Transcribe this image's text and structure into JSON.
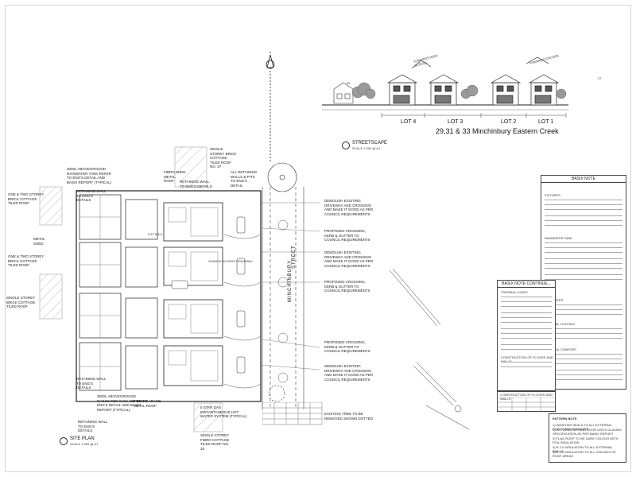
{
  "streetscape": {
    "title": "STREETSCAPE",
    "scale": "SCALE 1:200 @ A1",
    "address": "29,31 & 33 Minchinbury Eastern Creek",
    "lots": [
      "LOT 4",
      "LOT 3",
      "LOT 2",
      "LOT 1"
    ],
    "lot_marks": [
      "35",
      "27"
    ],
    "arrows": [
      "TOWARDS HIGH SCHOOL",
      "TOWARDS STATION"
    ]
  },
  "site_plan": {
    "title": "SITE PLAN",
    "scale": "SCALE 1:200 @ A1",
    "street_name": "MINCHINBURY",
    "street_suffix": "STREET",
    "lot_label": "LOT 8 & 9",
    "shared_access": "SHARED ACCESS DRIVEWAY"
  },
  "neighbours": [
    "SINGLE STOREY BRICK COTTAGE TILED ROOF No. 37",
    "FIBRO SHED METAL ROOF",
    "ONE & TWO STOREY BRICK COTTAGE TILED ROOF",
    "METAL SHED",
    "ONE & TWO STOREY BRICK COTTAGE TILED ROOF",
    "SINGLE STOREY BRICK COTTAGE TILED ROOF",
    "FIBRO GARAGE METAL ROOF",
    "SINGLE STOREY FIBRO COTTAGE TILED ROOF No. 25"
  ],
  "left_notes": [
    "3000L ABOVEGROUND RAINWATER TANK REFER TO ENG'S DETAIL AND BASIX REPORT (TYPICAL)",
    "RETAINING WALL TO ENG'S DETAILS",
    "RETAINING WALL TO ENG'S DETAILS",
    "3000L ABOVEGROUND RAINWATER TANK REFER TO ENG'S DETAIL AND BASIX REPORT (TYPICAL)",
    "RETAINING WALL TO ENG'S DETAILS"
  ],
  "top_notes": [
    "RETAINING WALL TO ENG'S DETAILS",
    "ALL RETAINING WALLS & PITS TO ENG'S DETAIL"
  ],
  "bottom_notes": [
    "5 STAR GAS INSTANTANEOUS HOT WATER SYSTEM (TYPICAL)",
    "EXISTING TREE TO BE REMOVED SHOWN DOTTED"
  ],
  "right_notes": [
    "DEMOLISH EXISTING DRIVEWAY AND CROSSING AND MAKE IT GOOD AS PER COUNCIL REQUIREMENTS",
    "PROPOSED CROSSING, KERB & GUTTER TO COUNCIL REQUIREMENTS",
    "DEMOLISH EXISTING DRIVEWAY AND CROSSING AND MAKE IT GOOD AS PER COUNCIL REQUIREMENTS",
    "PROPOSED CROSSING, KERB & GUTTER TO COUNCIL REQUIREMENTS",
    "PROPOSED CROSSING, KERB & GUTTER TO COUNCIL REQUIREMENTS",
    "DEMOLISH EXISTING DRIVEWAY AND CROSSING AND MAKE IT GOOD AS PER COUNCIL REQUIREMENTS"
  ],
  "basix_note": {
    "title": "BASIX NOTE",
    "sections": [
      "FIXTURES",
      "RAINWATER TANK",
      "HOT WATER",
      "NATURAL LIGHTING",
      "THERMAL COMFORT"
    ]
  },
  "basix_continue": {
    "title": "BASIX NOTE CONTINUE...",
    "sections": [
      "THERMAL LOADS",
      "CONSTRUCTION OF FLOORS AND WALLS"
    ]
  },
  "glazing_table": {
    "title": "CONSTRUCTION OF FLOORS AND WALLS"
  },
  "pattern_notes": {
    "title": "PATTERN NOTE",
    "items": [
      "1) WEATHER SEALS TO ALL EXTERNAL DOORS AND WINDOWS",
      "2) ALL WINDOWS AND DOOR UNITS GLAZING SPECIFICATION AS PER BASIX REPORT",
      "3) FLAG ROOF TO BE DARK COLOUR WITH FOIL INSULATION",
      "4) R 2.0 INSULATION TO ALL EXTERNAL WALLS",
      "5) R 3.0 INSULATION TO ALL CEILINGS OF ROOF AREAS"
    ]
  }
}
